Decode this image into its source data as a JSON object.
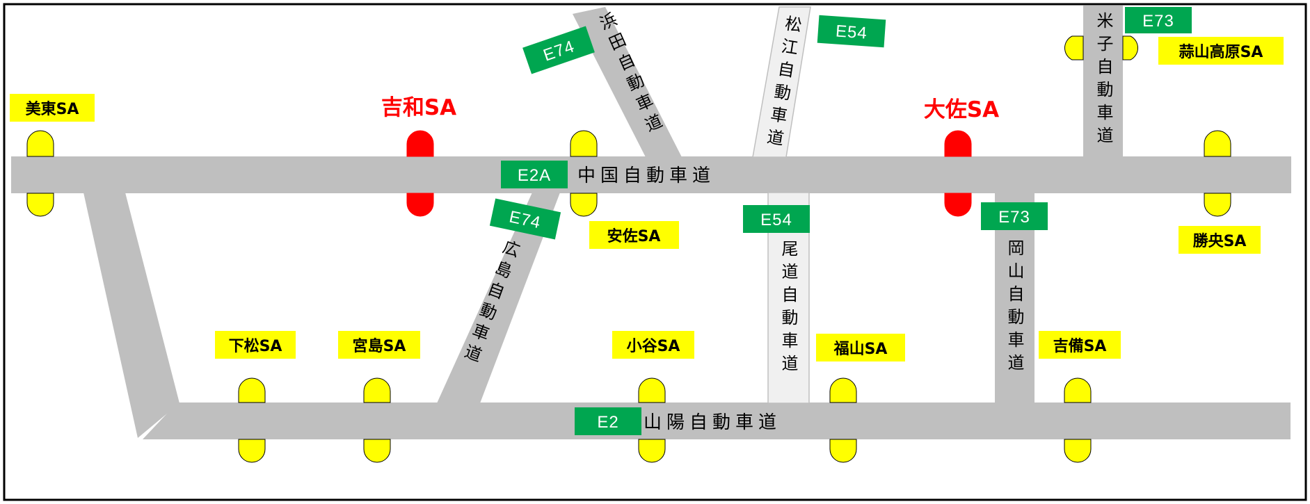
{
  "colors": {
    "road": "#bfbfbf",
    "road_light": "#f0f0f0",
    "badge": "#00a650",
    "label_bg": "#ffff00",
    "highlight": "#ff0000"
  },
  "roads": {
    "chugoku": {
      "name": "中国自動車道",
      "code": "E2A"
    },
    "sanyo": {
      "name": "山陽自動車道",
      "code": "E2"
    },
    "hamada": {
      "name": "浜田自動車道",
      "code": "E74"
    },
    "hiroshima": {
      "name": "広島自動車道",
      "code": "E74"
    },
    "matsue": {
      "name": "松江自動車道",
      "code": "E54"
    },
    "onomichi": {
      "name": "尾道自動車道",
      "code": "E54"
    },
    "yonago": {
      "name": "米子自動車道",
      "code": "E73"
    },
    "okayama": {
      "name": "岡山自動車道",
      "code": "E73"
    }
  },
  "service_areas": {
    "mito": "美東SA",
    "yoshiwa": "吉和SA",
    "asa": "安佐SA",
    "daisa": "大佐SA",
    "hiruzen": "蒜山高原SA",
    "shoo": "勝央SA",
    "shimomatsu": "下松SA",
    "miyajima": "宮島SA",
    "kodani": "小谷SA",
    "fukuyama": "福山SA",
    "kibi": "吉備SA"
  }
}
